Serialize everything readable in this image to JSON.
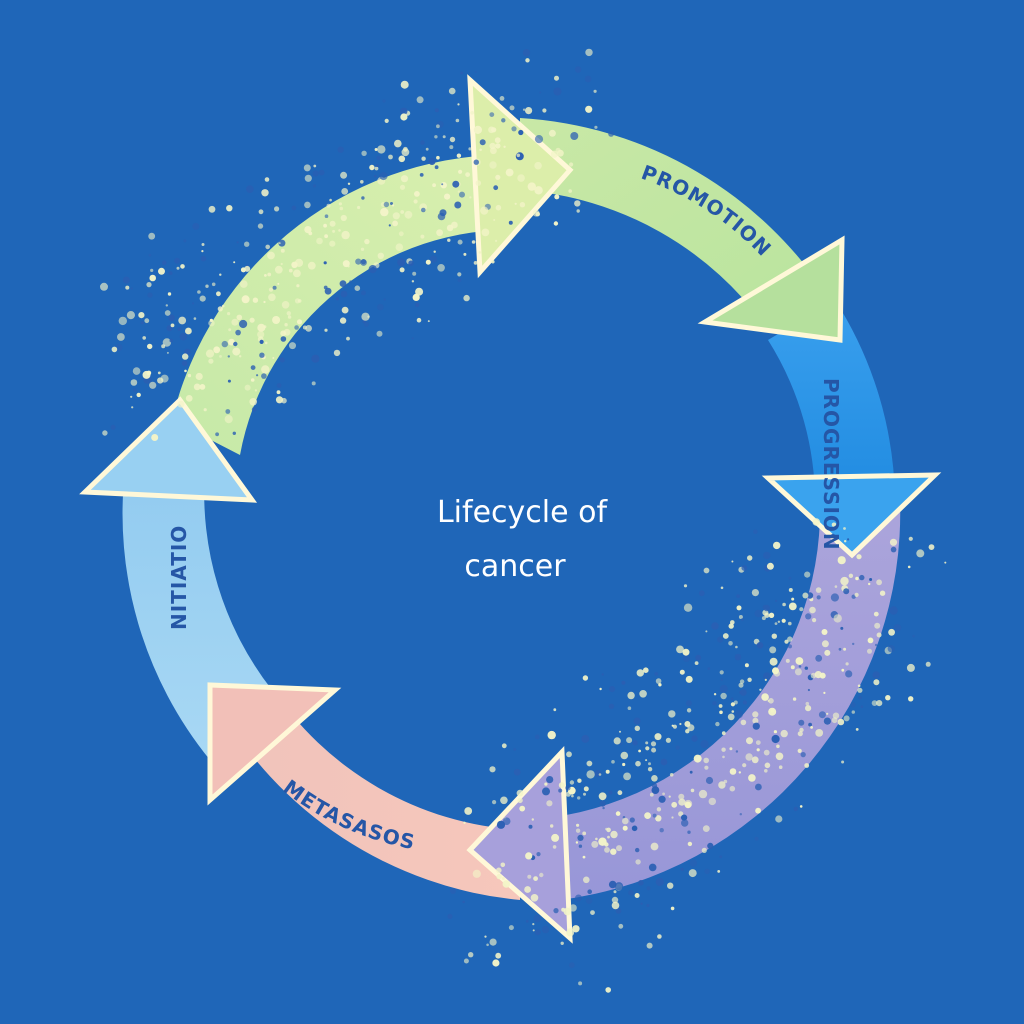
{
  "diagram": {
    "center_title_line1": "Lifecycle of",
    "center_title_line2": "cancer",
    "segments": [
      {
        "id": "promotion",
        "label": "PROMOTION",
        "color": "#c8e8a6"
      },
      {
        "id": "progression",
        "label": "PROGRESSION",
        "color": "#2a8fe0"
      },
      {
        "id": "metastasis",
        "label": "METASASOS",
        "color": "#f3c4b7"
      },
      {
        "id": "initiation",
        "label": "NITIATIO",
        "color": "#9fd3f2"
      },
      {
        "id": "dispersion",
        "label": "",
        "color": "#b1a6dc"
      }
    ],
    "colors": {
      "background": "#1f66b8",
      "arrow_edge": "#fff8d8",
      "particle": "#f3f4c8",
      "particle_dark": "#2a5fb3",
      "label": "#2556a6",
      "title": "#ffffff"
    }
  }
}
